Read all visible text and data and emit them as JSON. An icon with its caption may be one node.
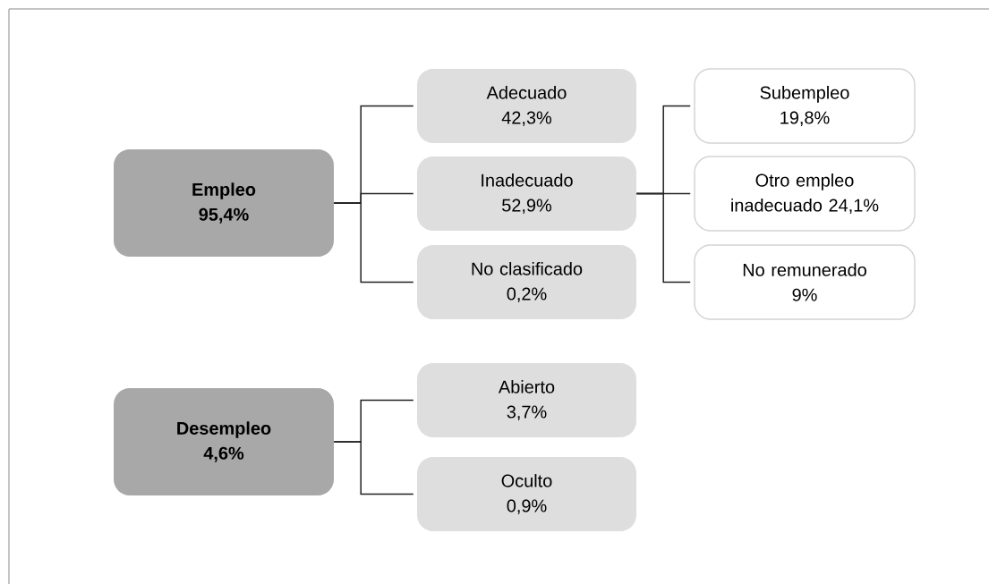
{
  "diagram": {
    "nodes": [
      {
        "text": [
          "Empleo",
          "95,4%"
        ]
      },
      {
        "text": [
          "Adecuado",
          "42,3%"
        ]
      },
      {
        "text": [
          "Inadecuado",
          "52,9%"
        ]
      },
      {
        "text": [
          "No clasificado",
          "0,2%"
        ]
      },
      {
        "text": [
          "Subempleo",
          "19,8%"
        ]
      },
      {
        "text": [
          "Otro empleo inadecuado 24,1%"
        ]
      },
      {
        "text": [
          "No remunerado",
          "9%"
        ]
      },
      {
        "text": [
          "Desempleo",
          "4,6%"
        ]
      },
      {
        "text": [
          "Abierto",
          "3,7%"
        ]
      },
      {
        "text": [
          "Oculto",
          "0,9%"
        ]
      }
    ],
    "edges": [
      {
        "from": 0,
        "to": 1,
        "arrow": "none"
      },
      {
        "from": 0,
        "to": 2,
        "arrow": "none"
      },
      {
        "from": 0,
        "to": 3,
        "arrow": "none"
      },
      {
        "from": 2,
        "to": 4,
        "arrow": "none"
      },
      {
        "from": 2,
        "to": 5,
        "arrow": "none"
      },
      {
        "from": 2,
        "to": 6,
        "arrow": "none"
      },
      {
        "from": 7,
        "to": 8,
        "arrow": "none"
      },
      {
        "from": 7,
        "to": 9,
        "arrow": "none"
      }
    ]
  }
}
